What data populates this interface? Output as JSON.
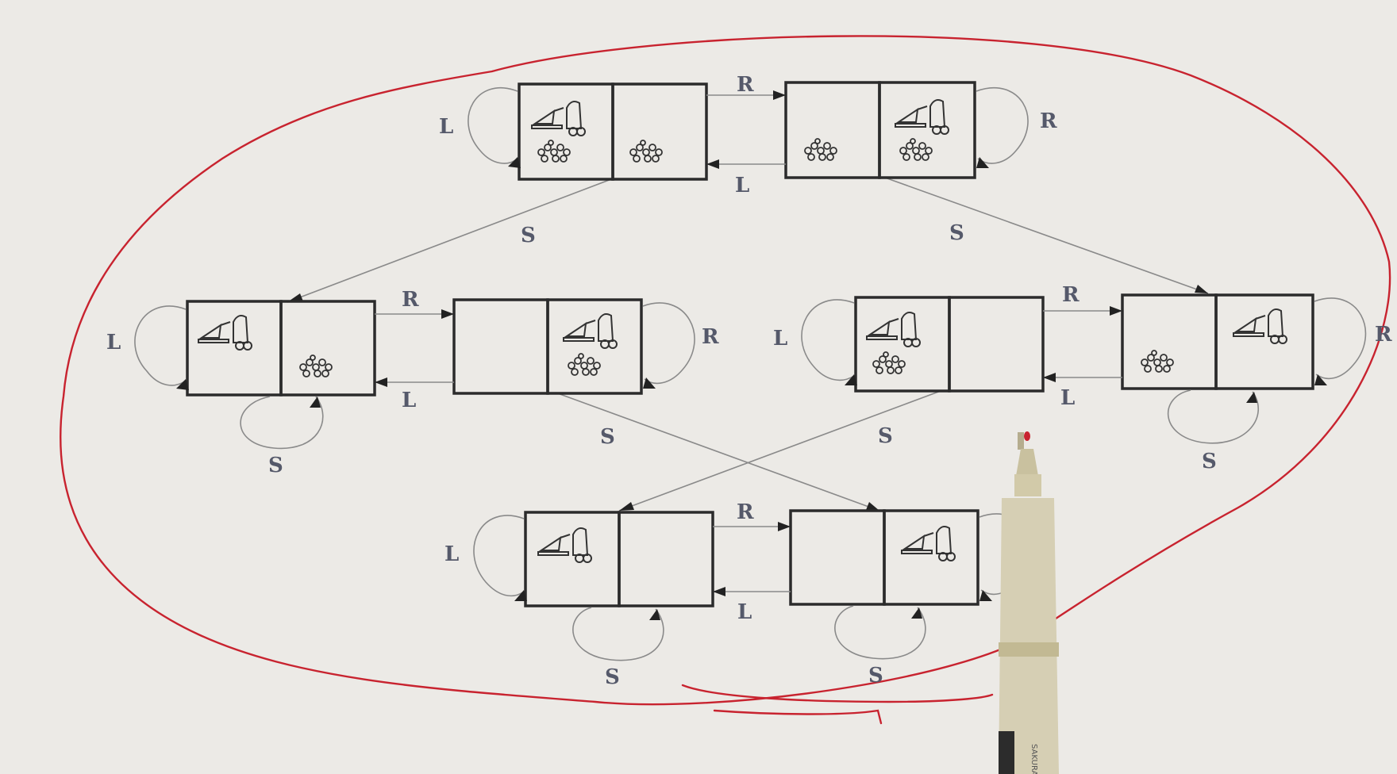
{
  "diagram": {
    "actions": {
      "left": "L",
      "right": "R",
      "suck": "S"
    },
    "states": [
      {
        "id": 1,
        "agent_room": "left",
        "left_dirty": true,
        "right_dirty": true
      },
      {
        "id": 2,
        "agent_room": "right",
        "left_dirty": true,
        "right_dirty": true
      },
      {
        "id": 3,
        "agent_room": "left",
        "left_dirty": false,
        "right_dirty": true
      },
      {
        "id": 4,
        "agent_room": "right",
        "left_dirty": false,
        "right_dirty": true
      },
      {
        "id": 5,
        "agent_room": "left",
        "left_dirty": true,
        "right_dirty": false
      },
      {
        "id": 6,
        "agent_room": "right",
        "left_dirty": true,
        "right_dirty": false
      },
      {
        "id": 7,
        "agent_room": "left",
        "left_dirty": false,
        "right_dirty": false
      },
      {
        "id": 8,
        "agent_room": "right",
        "left_dirty": false,
        "right_dirty": false
      }
    ],
    "transitions": [
      {
        "from": 1,
        "to": 2,
        "action": "R"
      },
      {
        "from": 2,
        "to": 1,
        "action": "L"
      },
      {
        "from": 1,
        "to": 1,
        "action": "L"
      },
      {
        "from": 2,
        "to": 2,
        "action": "R"
      },
      {
        "from": 1,
        "to": 3,
        "action": "S"
      },
      {
        "from": 2,
        "to": 6,
        "action": "S"
      },
      {
        "from": 3,
        "to": 4,
        "action": "R"
      },
      {
        "from": 4,
        "to": 3,
        "action": "L"
      },
      {
        "from": 3,
        "to": 3,
        "action": "L"
      },
      {
        "from": 4,
        "to": 4,
        "action": "R"
      },
      {
        "from": 3,
        "to": 3,
        "action": "S"
      },
      {
        "from": 4,
        "to": 8,
        "action": "S"
      },
      {
        "from": 5,
        "to": 6,
        "action": "R"
      },
      {
        "from": 6,
        "to": 5,
        "action": "L"
      },
      {
        "from": 5,
        "to": 5,
        "action": "L"
      },
      {
        "from": 6,
        "to": 6,
        "action": "R"
      },
      {
        "from": 5,
        "to": 7,
        "action": "S"
      },
      {
        "from": 6,
        "to": 6,
        "action": "S"
      },
      {
        "from": 7,
        "to": 8,
        "action": "R"
      },
      {
        "from": 8,
        "to": 7,
        "action": "L"
      },
      {
        "from": 7,
        "to": 7,
        "action": "L"
      },
      {
        "from": 7,
        "to": 7,
        "action": "S"
      },
      {
        "from": 8,
        "to": 8,
        "action": "S"
      }
    ],
    "colors": {
      "paper": "#eceae6",
      "ink": "#2b2b2b",
      "edge": "#8a8a8a",
      "label": "#55596a",
      "annotation": "#c8232f",
      "pen_body": "#d6cfb4"
    },
    "annotations": {
      "marker": "red outline enclosing all states",
      "tool": "pen",
      "pen_label": "SAKURA"
    }
  }
}
